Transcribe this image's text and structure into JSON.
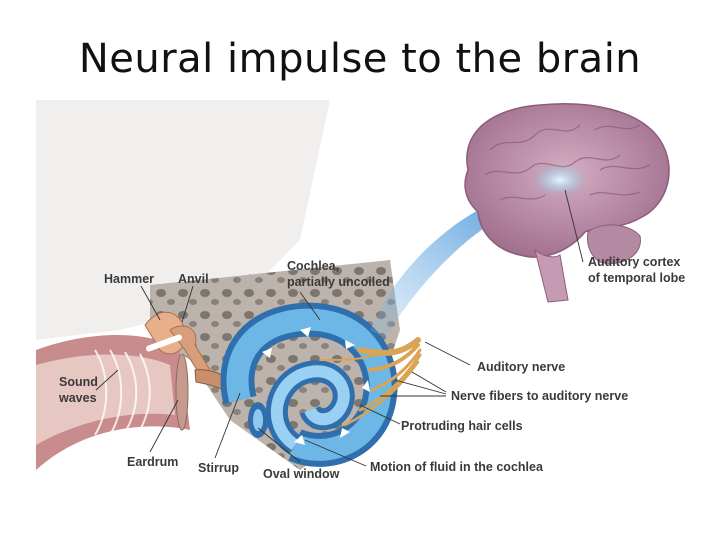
{
  "slide": {
    "title": "Neural impulse to the brain"
  },
  "labels": {
    "hammer": "Hammer",
    "anvil": "Anvil",
    "cochlea_1": "Cochlea,",
    "cochlea_2": "partially uncoiled",
    "sound_1": "Sound",
    "sound_2": "waves",
    "eardrum": "Eardrum",
    "stirrup": "Stirrup",
    "oval_window": "Oval window",
    "cortex_1": "Auditory cortex",
    "cortex_2": "of temporal lobe",
    "auditory_nerve": "Auditory nerve",
    "nerve_fibers": "Nerve fibers to auditory nerve",
    "hair_cells": "Protruding hair cells",
    "fluid_motion": "Motion of fluid in the cochlea"
  },
  "colors": {
    "brain": "#b98aa6",
    "cortex_highlight": "#bfe6f7",
    "cochlea_fluid": "#4aa3d9",
    "nerve": "#d9a454",
    "bone": "#a39b92",
    "label_text": "#3a3a3a"
  }
}
